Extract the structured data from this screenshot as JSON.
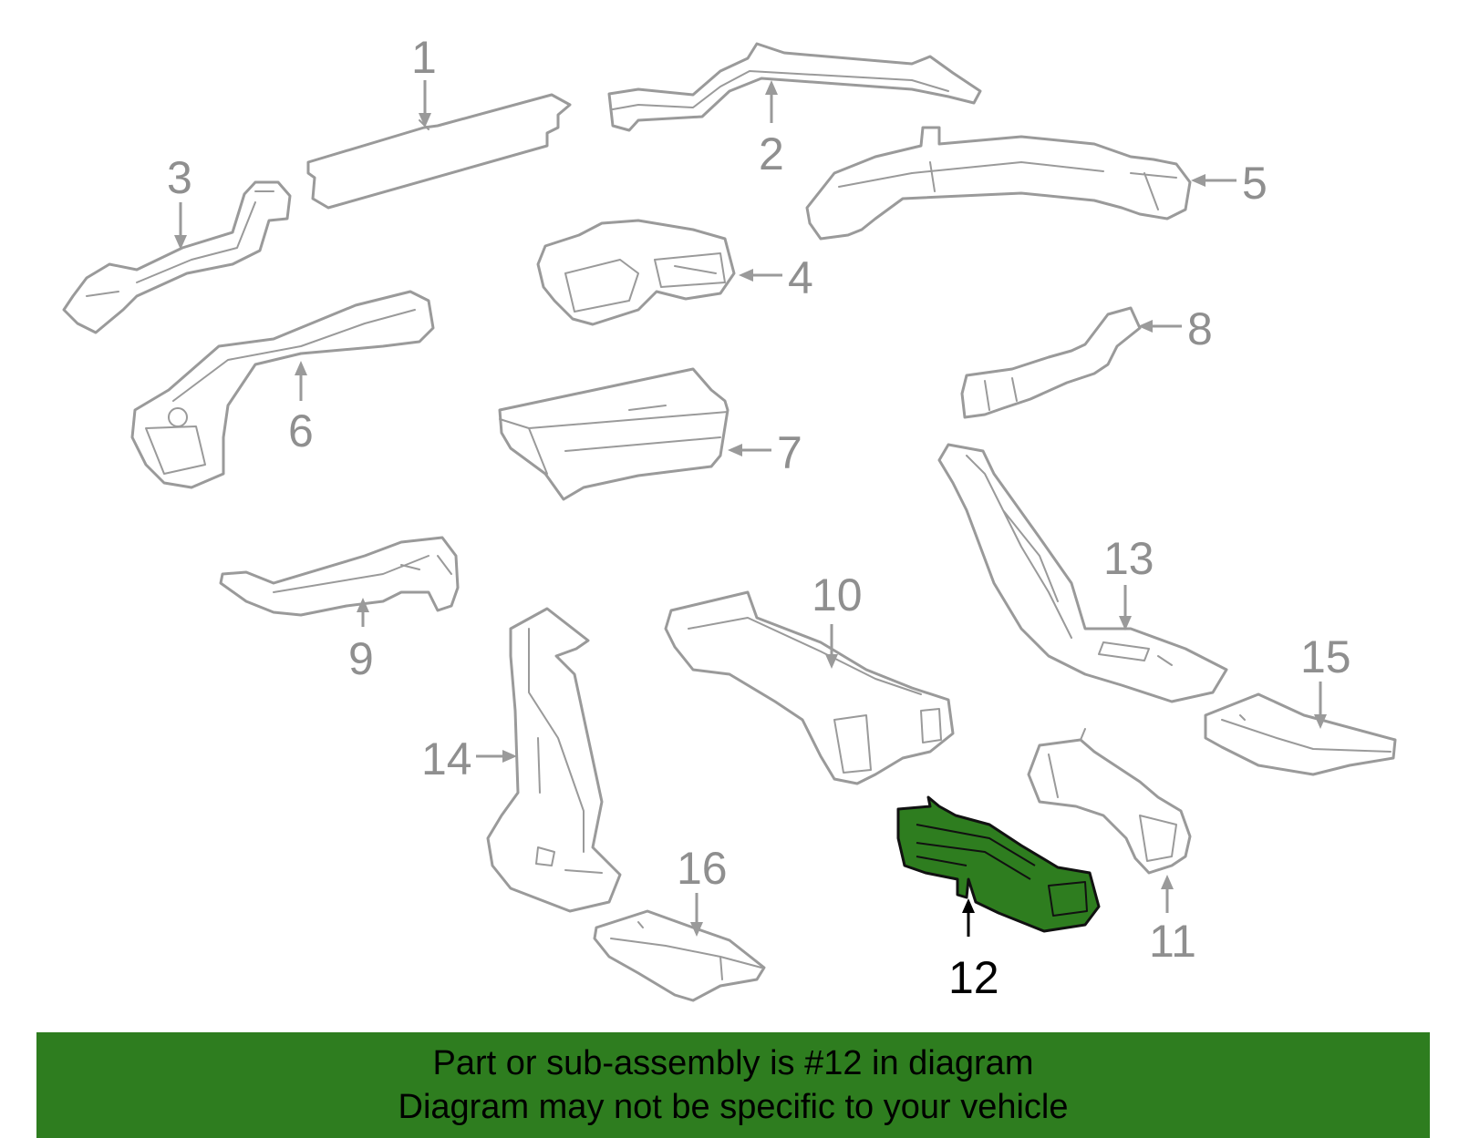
{
  "diagram": {
    "highlighted_part": "12",
    "highlight_color": "#2e7d1f",
    "part_color": "#9a9a9a",
    "callouts": {
      "c1": "1",
      "c2": "2",
      "c3": "3",
      "c4": "4",
      "c5": "5",
      "c6": "6",
      "c7": "7",
      "c8": "8",
      "c9": "9",
      "c10": "10",
      "c11": "11",
      "c12": "12",
      "c13": "13",
      "c14": "14",
      "c15": "15",
      "c16": "16"
    }
  },
  "banner": {
    "line1": "Part or sub-assembly is #12 in diagram",
    "line2": "Diagram may not be specific to your vehicle",
    "background": "#2e7d1f"
  }
}
